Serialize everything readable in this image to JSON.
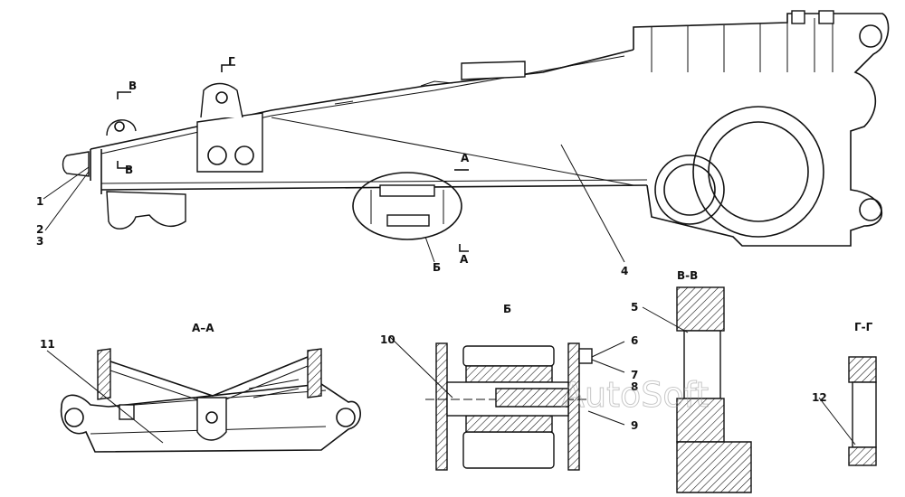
{
  "drawing": {
    "labels": {
      "sectionA": "A",
      "sectionV": "В",
      "sectionG": "Г",
      "viewB": "Б",
      "titleAA": "А–А",
      "titleB": "Б",
      "titleVV": "В-В",
      "titleGG": "Г-Г"
    },
    "parts": [
      "1",
      "2",
      "3",
      "4",
      "5",
      "6",
      "7",
      "8",
      "9",
      "10",
      "11",
      "12"
    ],
    "watermark": "AutoSoft"
  }
}
